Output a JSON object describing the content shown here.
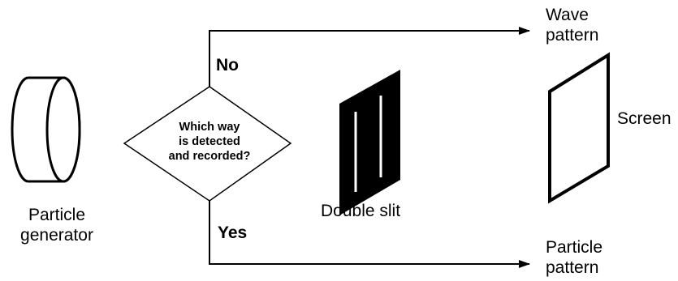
{
  "labels": {
    "particle_generator": [
      "Particle",
      "generator"
    ],
    "decision": [
      "Which way",
      "is detected",
      "and recorded?"
    ],
    "no": "No",
    "yes": "Yes",
    "double_slit": "Double slit",
    "screen": "Screen",
    "wave_pattern": [
      "Wave",
      "pattern"
    ],
    "particle_pattern": [
      "Particle",
      "pattern"
    ]
  },
  "colors": {
    "line": "#000000",
    "fill": "#ffffff",
    "slit_panel": "#000000",
    "slit_gap": "#ffffff"
  }
}
